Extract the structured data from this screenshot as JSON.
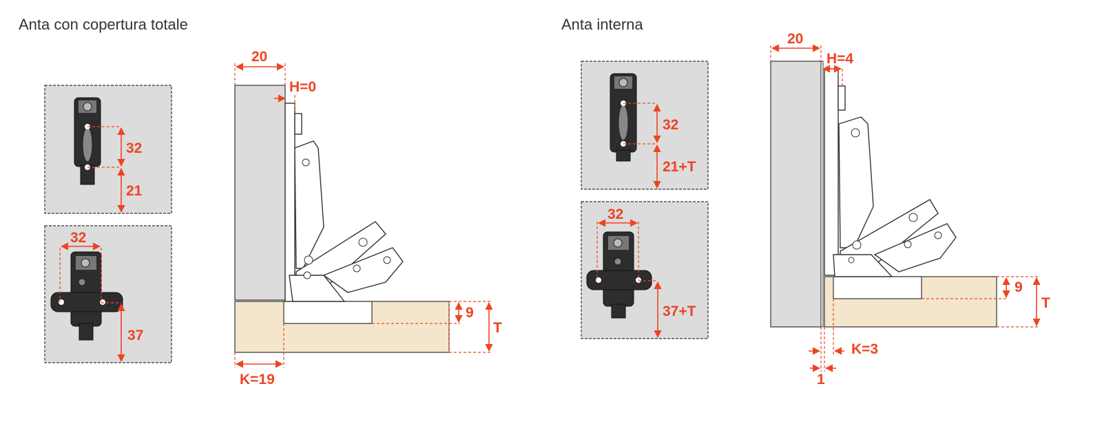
{
  "headings": {
    "left": "Anta con copertura totale",
    "right": "Anta interna"
  },
  "left": {
    "plate_straight": {
      "spacing": "32",
      "offset": "21"
    },
    "plate_cross": {
      "spacing": "32",
      "offset": "37"
    },
    "hinge": {
      "door_thickness": "20",
      "overlay": "H=0",
      "cup_depth": "9",
      "side_thickness": "T",
      "distance": "K=19"
    }
  },
  "right": {
    "plate_straight": {
      "spacing": "32",
      "offset": "21+T"
    },
    "plate_cross": {
      "spacing": "32",
      "offset": "37+T"
    },
    "hinge": {
      "door_thickness": "20",
      "overlay": "H=4",
      "cup_depth": "9",
      "side_thickness": "T",
      "distance": "K=3",
      "gap": "1"
    }
  },
  "colors": {
    "dimension": "#ee4422",
    "panel": "#dcdcdc",
    "wood": "#f3e6cc"
  }
}
